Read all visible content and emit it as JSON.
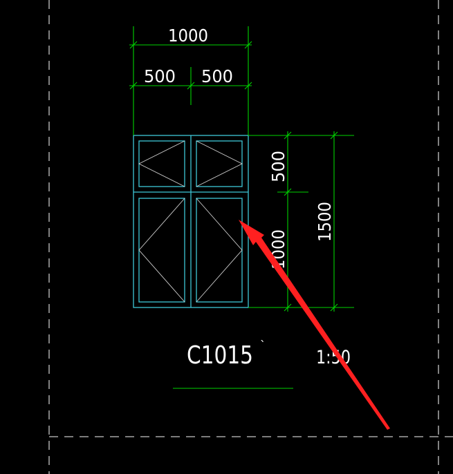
{
  "colors": {
    "background": "#000000",
    "frame_border": "#c8c8c8",
    "dimension_lines": "#00d400",
    "window_frame": "#3fc8d8",
    "opening_lines": "#d0d0d0",
    "text": "#ffffff",
    "arrow": "#ff2020"
  },
  "drawing": {
    "dims": {
      "overall_width": "1000",
      "left_pane_width": "500",
      "right_pane_width": "500",
      "upper_height": "500",
      "lower_height": "1000",
      "overall_height": "1500"
    },
    "window_label": "C1015",
    "label_mark": "`",
    "scale": "1:50"
  },
  "annotation": {
    "icon": "red-arrow"
  }
}
